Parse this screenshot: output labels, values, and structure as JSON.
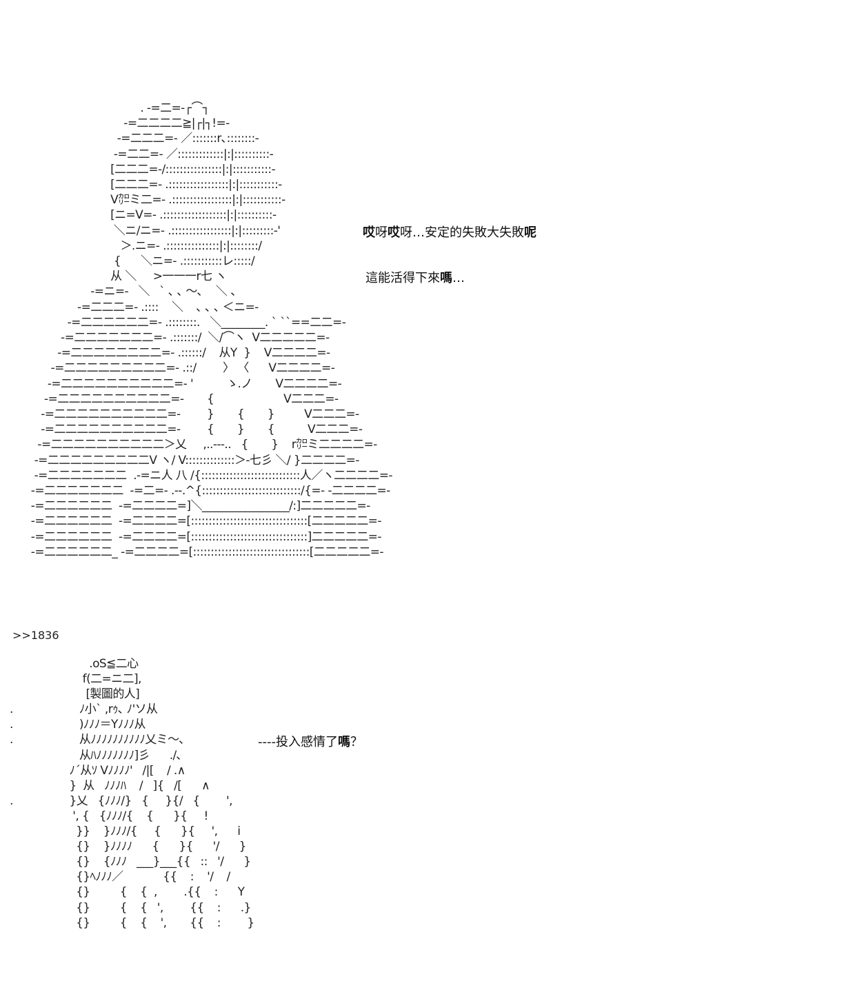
{
  "upper_art": "                                  . -=二=-┌⌒┐\n                             -=二二二二≧|┌|┐!=-\n                           -=二二二=- ／:::::::r､::::::::-\n                          -=二二=- ／:::::::::::::|:|::::::::::-\n                         [二二二=-/::::::::::::::::|:|:::::::::::-\n                         [二二二=- .:::::::::::::::::|:|:::::::::::-\n                         V㌍ミ二=- .:::::::::::::::::|:|:::::::::::-\n                         [ニ=V=- .::::::::::::::::::|:|::::::::::-\n                          ＼ニ/ニ=- .:::::::::::::::::|:|:::::::::-'\n                            ＞.ニ=- .:::::::::::::::|:|::::::::/\n                          {      ＼ニ=- .:::::::::::レ:::::/\n                         从 ＼     >一一一r七 ヽ\n                   -=ニ=-   ＼   ` ､ ､ ～､    ＼ 、\n               -=二二二=- .::::    ＼    ､ ､ ､ ＜ニ=-\n            -=二二二二二二=- .::::::::.   ＼________. ` ``==二二=-\n          -=二二二二二二二=- .:::::::/  ＼/⌒ヽ  V二二二二二=-\n         -=二二二二二二二二=- .::::::/    从Y  }    V二二二二=-\n       -=二二二二二二二二二=- .::/        〉 〈      V二二二二=-\n      -=二二二二二二二二二二=- '          ゝ.ノ       V二二二二=-\n     -=二二二二二二二二二二=-       {                     V二二二=-\n    -=二二二二二二二二二二=-        }       {       }         V二二二=-\n    -=二二二二二二二二二二=-        {       }       {          V二二二=-\n   -=二二二二二二二二二二＞乂     ,..-‐-..   {       }    r㌍ミ二二二二=-\n  -=二二二二二二二二二V ヽ/ V::::::::::::::＞‐七彡 ＼/ }二二二二=-\n  -=二二二二二二二  .-=ニ人 八 /{::::::::::::::::::::::::::::人／ヽ二二二二=-\n -=二二二二二二二  -=二=- .--.^{::::::::::::::::::::::::::::/{=- -二二二二=-\n -=二二二二二二  -=二二二二=]＼________________/:]二二二二二=-\n -=二二二二二二  -=二二二二=[:::::::::::::::::::::::::::::::::[二二二二二=-\n -=二二二二二二  -=二二二二=[:::::::::::::::::::::::::::::::::]二二二二二=-\n -=二二二二二二_ -=二二二二=[:::::::::::::::::::::::::::::::::[二二二二二=-",
  "dialogue": {
    "line1": {
      "seg1": "哎",
      "seg2": "呀",
      "seg3": "哎",
      "seg4": "呀…安定的失敗大失敗",
      "seg5": "呢"
    },
    "line2": {
      "seg1": "這能活得下來",
      "seg2": "嗎",
      "seg3": "…"
    },
    "line3": {
      "seg1": "----投入感情了",
      "seg2": "嗎",
      "seg3": "？"
    }
  },
  "reply_anchor": ">>1836",
  "lower_art": "                        .oS≦二心\n                      f(二=ニ二],\n                       [製圖的人]\n.                    ﾉ小` ,rｩ､ ﾉ'ソ从\n.                    )ﾉﾉﾉ＝Yﾉﾉﾉ从\n.                    从ﾉﾉﾉﾉﾉﾉﾉﾉﾉﾉ乂ミ～､\n                     从ﾊﾉﾉﾉﾉﾉﾉﾉ]彡      ./､\n                  ﾉ´从ｿ Vﾉﾉﾉﾉ'   /|[    / .∧\n                  }  从   ﾉﾉﾉﾊ    /   ]{   /[      ∧\n.                 }乂   {ﾉﾉﾉ/}   {     }{/   {        ',\n                   ', {   {ﾉﾉﾉ/{    {      }{     !\n                    }}    }ﾉﾉﾉ/{     {      }{     ',      i\n                    {}    }ﾉﾉﾉﾉ      {      }{      '/      }\n                    {}    {ﾉﾉﾉ   ___}___{{   ::   '/      }\n                    {}ﾍﾉﾉﾉ／            {{    :    '/    /\n                    {}         {    {  ,        .{{    :      Y\n                    {}         {    {   ',        {{    :      .}\n                    {}         {    {    ',       {{    :        }"
}
